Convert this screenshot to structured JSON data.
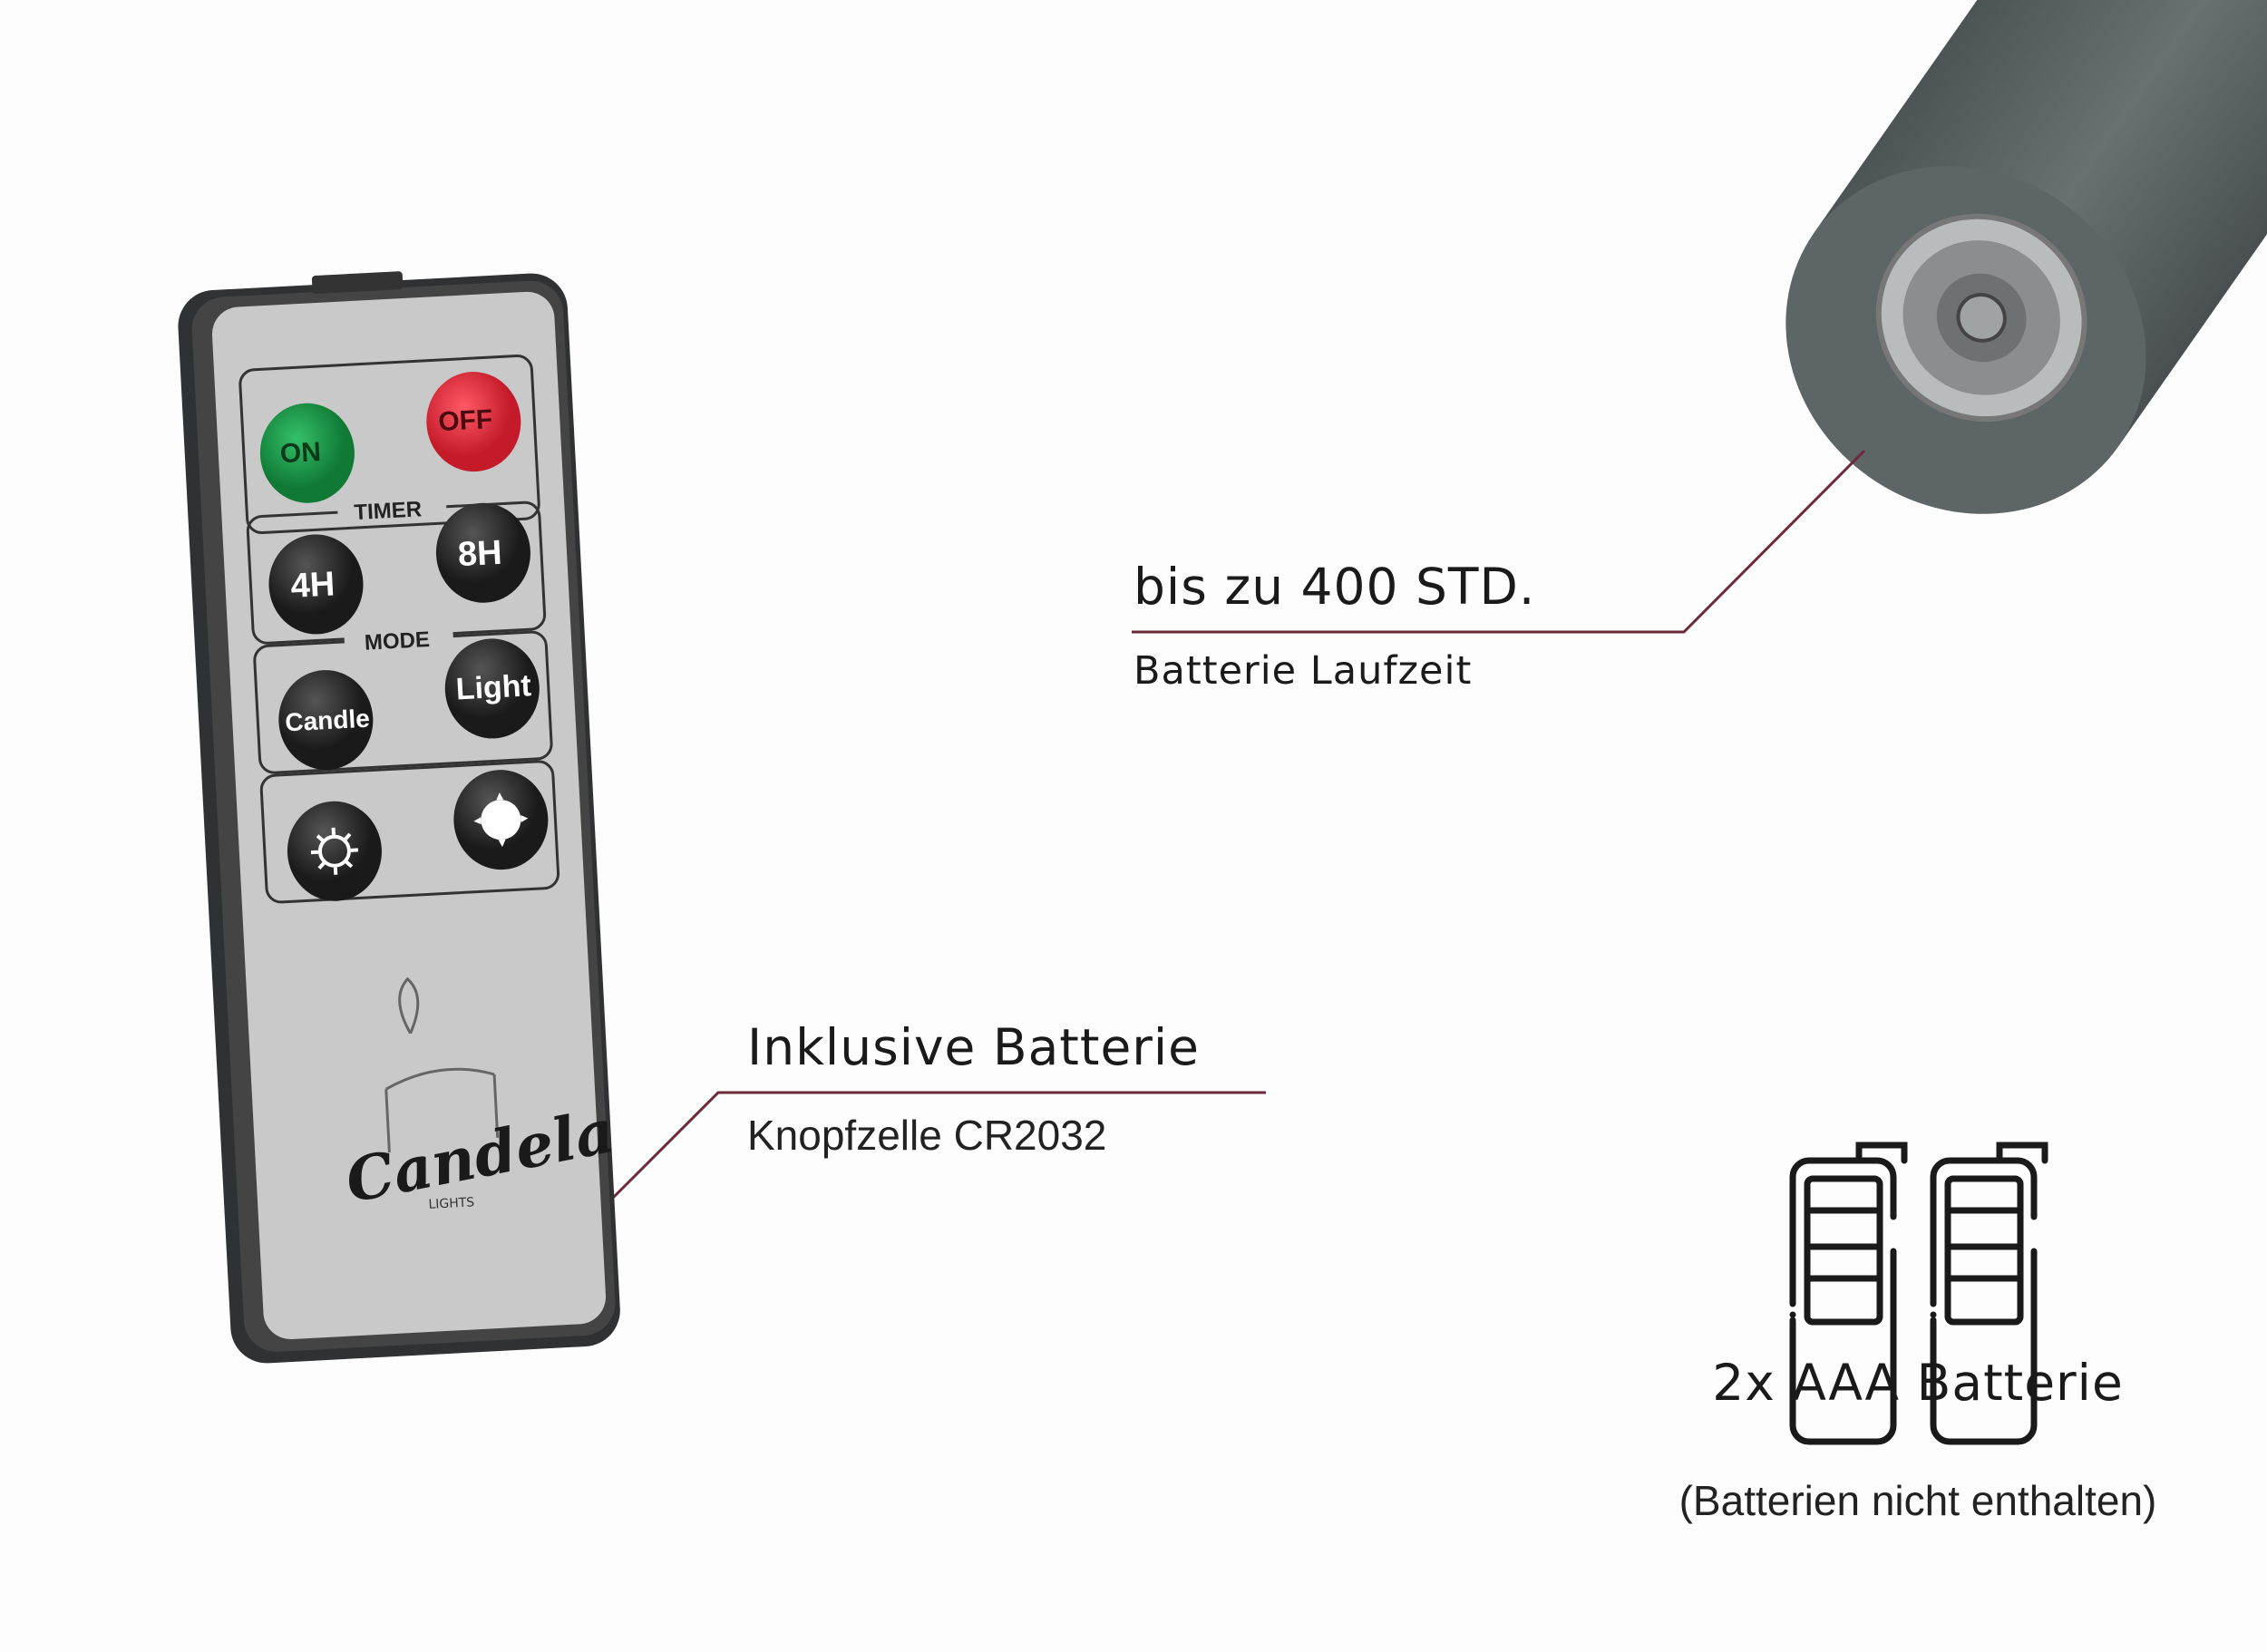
{
  "remote": {
    "buttons": {
      "on": "ON",
      "off": "OFF",
      "h4": "4H",
      "h8": "8H",
      "candle": "Candle",
      "light": "Light"
    },
    "group_labels": {
      "timer": "TIMER",
      "mode": "MODE"
    },
    "logo": {
      "brand": "Candela",
      "tagline": "LIGHTS"
    }
  },
  "callouts": {
    "runtime": {
      "title": "bis zu 400 STD.",
      "subtitle": "Batterie Laufzeit"
    },
    "remote_battery": {
      "title": "Inklusive Batterie",
      "subtitle": "Knopfzelle CR2032"
    },
    "aaa": {
      "title": "2x AAA Batterie",
      "note": "(Batterien nicht enthalten)"
    }
  },
  "colors": {
    "accent_line": "#6e2a38",
    "on": "#1f9a4a",
    "off": "#e8303f",
    "cylinder": "#5a6162"
  }
}
